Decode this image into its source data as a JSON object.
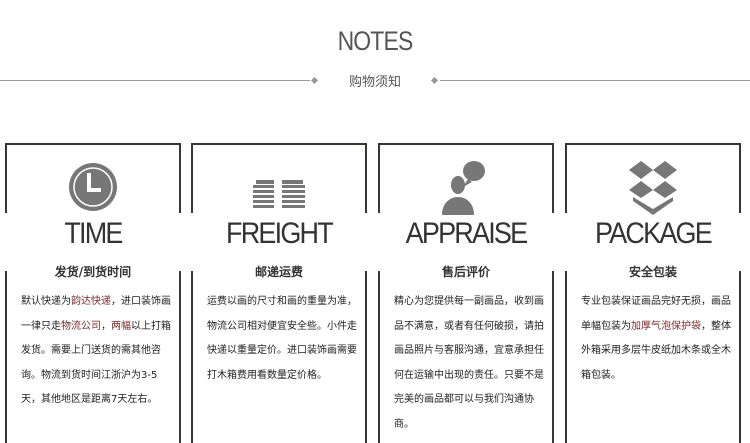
{
  "header": {
    "title": "NOTES",
    "subtitle": "购物须知"
  },
  "accent": "#7a2b2b",
  "cards": [
    {
      "icon": "clock-icon",
      "title": "TIME",
      "subtitle": "发货/到货时间",
      "segments": [
        {
          "t": "默认快递为"
        },
        {
          "t": "韵达快递",
          "hl": true
        },
        {
          "t": "，进口装饰画一律只走"
        },
        {
          "t": "物流公司",
          "hl": true
        },
        {
          "t": "，"
        },
        {
          "t": "两幅",
          "hl": true
        },
        {
          "t": "以上打箱发货。需要上门送货的需其他咨询。物流到货时间江浙沪为3-5天，其他地区是距离7天左右。"
        }
      ]
    },
    {
      "icon": "money-stack-icon",
      "title": "FREIGHT",
      "subtitle": "邮递运费",
      "segments": [
        {
          "t": "运费以画的尺寸和画的重量为准，物流公司相对便宜安全些。小件走快递以重量定价。进口装饰画需要打木箱费用看数量定价格。"
        }
      ]
    },
    {
      "icon": "person-speech-icon",
      "title": "APPRAISE",
      "subtitle": "售后评价",
      "segments": [
        {
          "t": "精心为您提供每一副画品，收到画品不满意，或者有任何破损，请拍画品照片与客服沟通，宜意承担任何在运输中出现的责任。只要不是完美的画品都可以与我们沟通协商。"
        }
      ]
    },
    {
      "icon": "box-icon",
      "title": "PACKAGE",
      "subtitle": "安全包装",
      "segments": [
        {
          "t": "专业包装保证画品完好无损，画品单幅包装为"
        },
        {
          "t": "加厚气泡保护袋",
          "hl": true
        },
        {
          "t": "，整体外箱采用多层牛皮纸加木条或全木箱包装。"
        }
      ]
    }
  ]
}
